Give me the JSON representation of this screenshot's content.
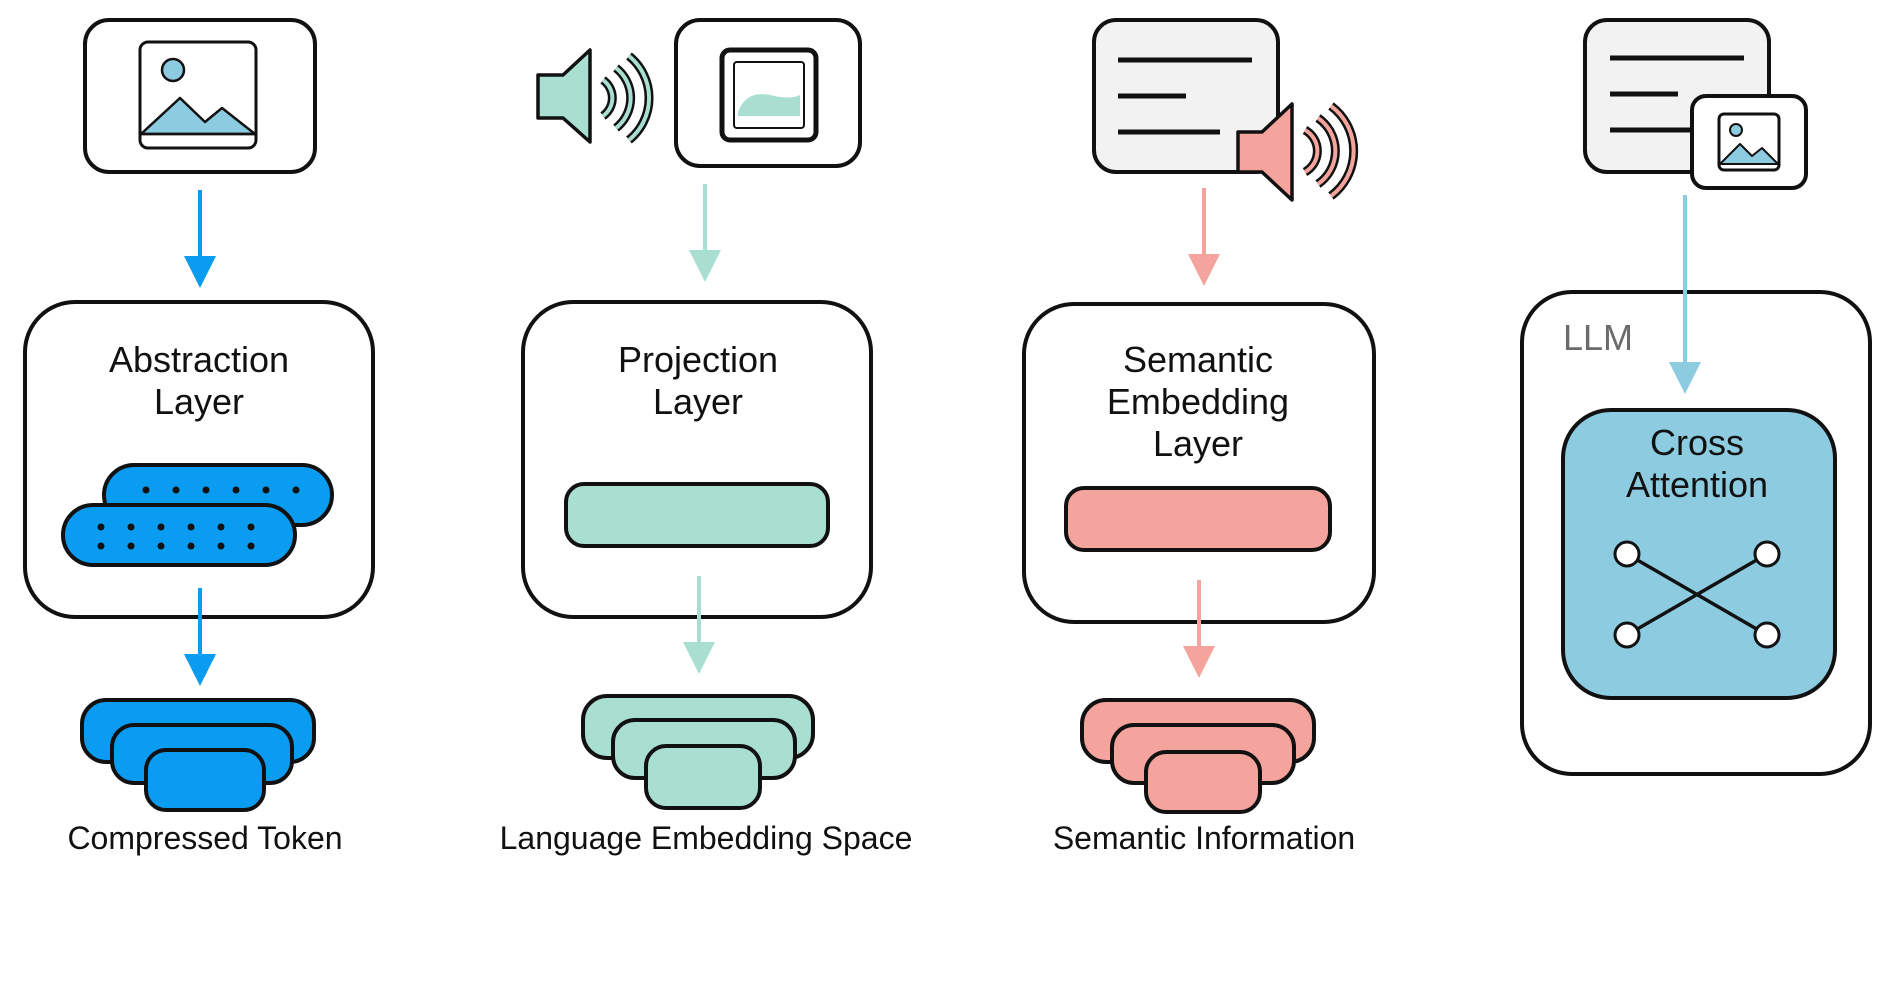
{
  "colors": {
    "blue": "#0a9cf0",
    "mint": "#a8dfd0",
    "salmon": "#f4a49c",
    "skyblue": "#8ccbe0",
    "stroke": "#111111",
    "doc_fill": "#f2f2f2",
    "llm_text": "#6b6b6b"
  },
  "columns": [
    {
      "id": "abstraction",
      "input_icon": "image-icon",
      "layer_title": [
        "Abstraction",
        "Layer"
      ],
      "output_label": "Compressed Token",
      "color_key": "blue"
    },
    {
      "id": "projection",
      "input_icon": "audio-image-icon",
      "layer_title": [
        "Projection",
        "Layer"
      ],
      "output_label": "Language Embedding Space",
      "color_key": "mint"
    },
    {
      "id": "semantic",
      "input_icon": "document-audio-icon",
      "layer_title": [
        "Semantic",
        "Embedding",
        "Layer"
      ],
      "output_label": "Semantic Information",
      "color_key": "salmon"
    }
  ],
  "llm": {
    "input_icon": "document-image-icon",
    "title": "LLM",
    "inner_title": [
      "Cross",
      "Attention"
    ],
    "inner_icon": "cross-attention-icon"
  }
}
